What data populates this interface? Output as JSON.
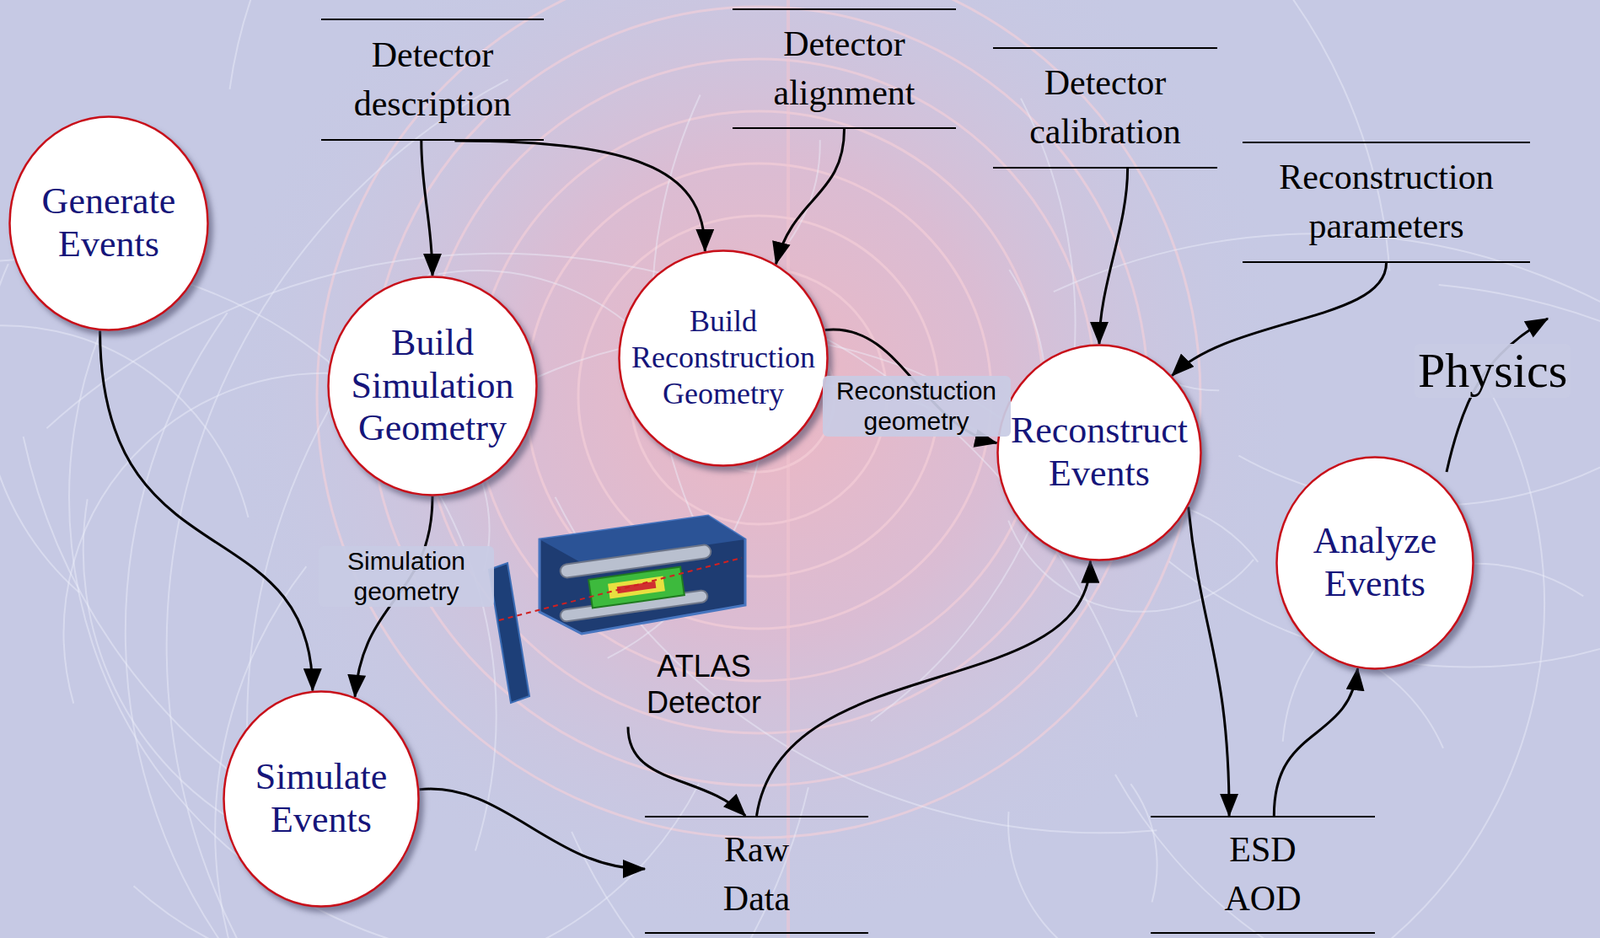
{
  "diagram": {
    "nodes": [
      {
        "text": [
          "Detector description"
        ]
      },
      {
        "text": [
          "Detector alignment"
        ]
      },
      {
        "text": [
          "Detector calibration"
        ]
      },
      {
        "text": [
          "Reconstruction parameters"
        ]
      },
      {
        "text": [
          "Generate Events"
        ]
      },
      {
        "text": [
          "Build Simulation Geometry"
        ]
      },
      {
        "text": [
          "Build Reconstruction Geometry"
        ]
      },
      {
        "text": [
          "Reconstruct Events"
        ]
      },
      {
        "text": [
          "Analyze Events"
        ]
      },
      {
        "text": [
          "ATLAS Detector"
        ]
      },
      {
        "text": [
          "Simulate Events"
        ]
      },
      {
        "text": [
          "Raw Data"
        ]
      },
      {
        "text": [
          "ESD AOD"
        ]
      }
    ],
    "edges": [
      {
        "from": 0,
        "to": 5,
        "arrow": "to"
      },
      {
        "from": 0,
        "to": 6,
        "arrow": "to"
      },
      {
        "from": 1,
        "to": 6,
        "arrow": "to"
      },
      {
        "from": 2,
        "to": 7,
        "arrow": "to"
      },
      {
        "from": 3,
        "to": 7,
        "arrow": "to"
      },
      {
        "from": 6,
        "to": 7,
        "label": "Reconstuction geometry",
        "arrow": "to"
      },
      {
        "from": 4,
        "to": 10,
        "arrow": "to"
      },
      {
        "from": 5,
        "to": 10,
        "label": "Simulation geometry",
        "arrow": "to"
      },
      {
        "from": 9,
        "to": 11,
        "arrow": "to"
      },
      {
        "from": 10,
        "to": 11,
        "arrow": "to"
      },
      {
        "from": 11,
        "to": 7,
        "arrow": "to"
      },
      {
        "from": 7,
        "to": 12,
        "arrow": "to"
      },
      {
        "from": 12,
        "to": 8,
        "arrow": "to"
      }
    ],
    "labels": [
      "Physics"
    ]
  }
}
